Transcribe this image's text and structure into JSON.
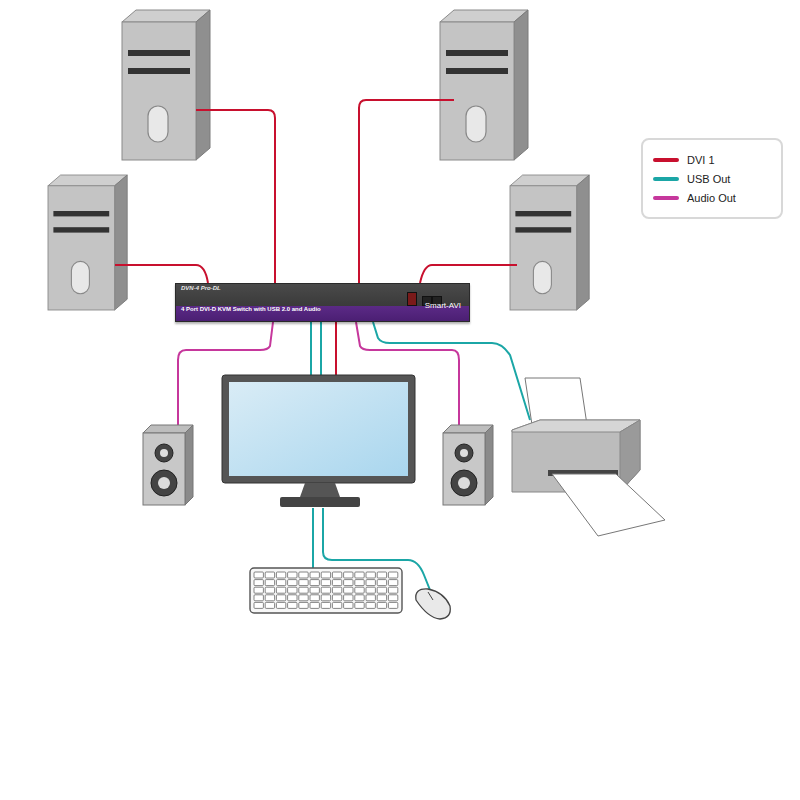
{
  "diagram": {
    "nodes": [
      {
        "text": [
          "DVN-4 Pro-DL",
          "4 Port DVI-D KVM Switch with USB 2.0 and Audio",
          "Smart-AVI"
        ]
      }
    ],
    "edges": [],
    "legend": [
      {
        "text": "DVI 1",
        "color": "#c8102e"
      },
      {
        "text": "USB Out",
        "color": "#1ba6a6"
      },
      {
        "text": "Audio Out",
        "color": "#c6379c"
      }
    ]
  }
}
